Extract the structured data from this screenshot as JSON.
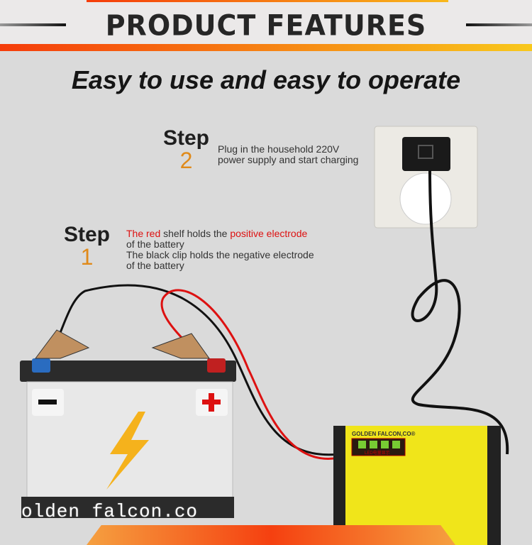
{
  "header": {
    "title": "PRODUCT FEATURES"
  },
  "subtitle": "Easy to use and easy to operate",
  "step2": {
    "label": "Step",
    "number": "2",
    "line1": "Plug in the household 220V",
    "line2": "power supply and start charging"
  },
  "step1": {
    "label": "Step",
    "number": "1",
    "red1": "The red",
    "text1": " shelf holds the ",
    "red2": "positive electrode",
    "line2": "of the battery",
    "line3": "The black clip holds the negative electrode",
    "line4": "of the battery"
  },
  "charger": {
    "brand": "GOLDEN FALCON,CO®",
    "led_label": "LED电量显示"
  },
  "watermark": "olden falcon.co"
}
